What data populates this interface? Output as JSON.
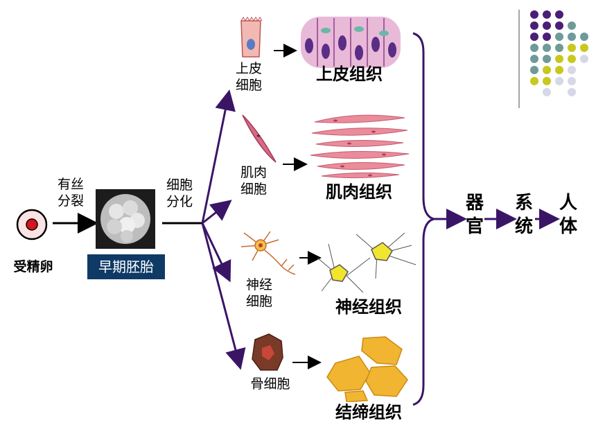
{
  "stages": {
    "zygote": "受精卵",
    "division": "有丝分裂",
    "early_embryo": "早期胚胎",
    "differentiation": "细胞分化"
  },
  "branches": [
    {
      "cell": "上皮细胞",
      "tissue": "上皮组织"
    },
    {
      "cell": "肌肉细胞",
      "tissue": "肌肉组织"
    },
    {
      "cell": "神经细胞",
      "tissue": "神经组织"
    },
    {
      "cell": "骨细胞",
      "tissue": "结缔组织"
    }
  ],
  "hierarchy": {
    "organ": "器官",
    "system": "系统",
    "body": "人体"
  },
  "colors": {
    "arrow_purple": "#3a1566",
    "dark_purple": "#4b1e78",
    "teal": "#6f9a9a",
    "yellow_green": "#c8c81e",
    "light_lavender": "#d6d8e8",
    "label_bg": "#0f3a66"
  }
}
